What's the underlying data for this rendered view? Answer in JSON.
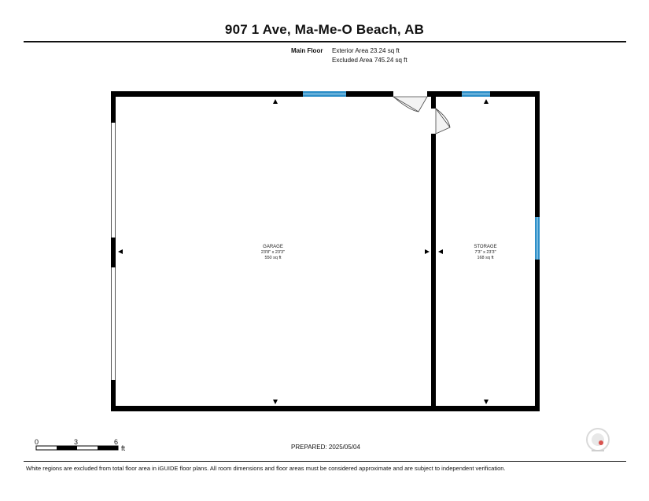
{
  "header": {
    "title": "907 1 Ave, Ma-Me-O Beach, AB",
    "floor_label": "Main Floor",
    "exterior_area": "Exterior Area 23.24 sq ft",
    "excluded_area": "Excluded Area 745.24 sq ft"
  },
  "rooms": {
    "garage": {
      "name": "GARAGE",
      "dims": "23'8\" x 23'3\"",
      "area": "550 sq ft"
    },
    "storage": {
      "name": "STORAGE",
      "dims": "7'3\" x 23'3\"",
      "area": "168 sq ft"
    }
  },
  "scale": {
    "zero": "0",
    "mid": "3",
    "max": "6",
    "unit": "ft"
  },
  "prepared": "PREPARED:  2025/05/04",
  "footer_note": "White regions are excluded from total floor area in iGUIDE floor plans. All room dimensions and floor areas must be considered approximate and are subject to independent verification.",
  "colors": {
    "wall": "#000000",
    "window": "#2e8fc8",
    "window_light": "#7fc4ea"
  }
}
